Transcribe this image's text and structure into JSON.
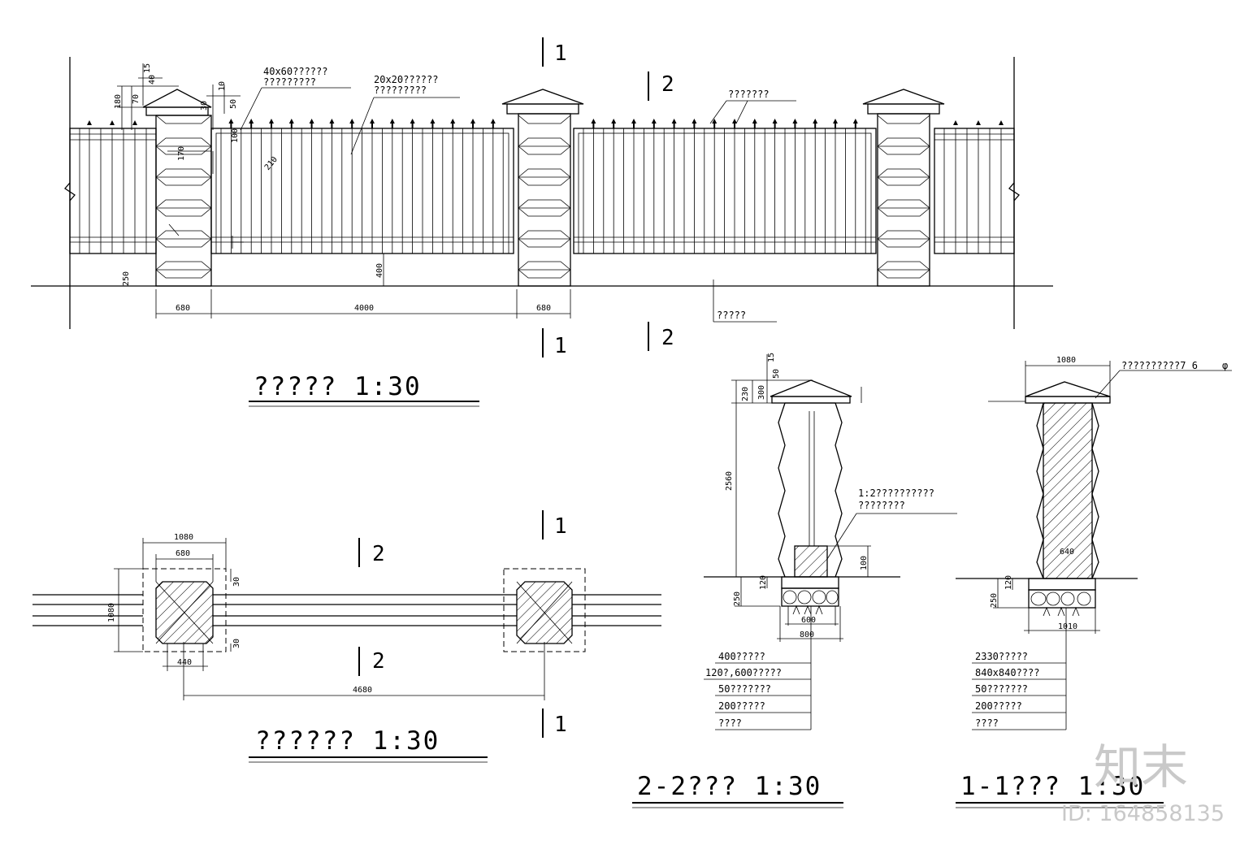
{
  "elevation": {
    "title": "????? 1:30",
    "labels": {
      "top_rail": "40x60??????",
      "top_rail_sub": "?????????",
      "bars": "20x20??????",
      "bars_sub": "?????????",
      "spikes": "???????",
      "ground": "?????"
    },
    "dims": {
      "d680a": "680",
      "d4000": "4000",
      "d680b": "680",
      "d400": "400",
      "d250": "250",
      "d180": "180",
      "d70": "70",
      "d15": "15",
      "d40": "40",
      "d10": "10",
      "d30": "30",
      "d50": "50",
      "d100": "100",
      "d170": "170",
      "d210": "210"
    }
  },
  "plan": {
    "title": "?????? 1:30",
    "dims": {
      "d1080top": "1080",
      "d680": "680",
      "d1080side": "1080",
      "d30a": "30",
      "d30b": "30",
      "d440": "440",
      "d4680": "4680"
    }
  },
  "section22": {
    "title": "2-2??? 1:30",
    "dims": {
      "d230": "230",
      "d300": "300",
      "d2560": "2560",
      "d100": "100",
      "d250": "250",
      "d120": "120",
      "d600": "600",
      "d800": "800",
      "d15": "15",
      "d50": "50"
    },
    "note": "1:2??????????",
    "note_sub": "????????",
    "layers": [
      "400?????",
      "120?,600?????",
      "50???????",
      "200?????",
      "????"
    ]
  },
  "section11": {
    "title": "1-1??? 1:30",
    "dims": {
      "d1080": "1080",
      "d640": "640",
      "d250": "250",
      "d120": "120",
      "d1010": "1010"
    },
    "cap_note": "??????????7 6",
    "phi": "φ",
    "layers": [
      "2330?????",
      "840x840????",
      "50???????",
      "200?????",
      "????"
    ]
  },
  "section_marks": {
    "one": "1",
    "two": "2"
  },
  "watermark": {
    "logo": "知末",
    "id": "ID: 164858135"
  }
}
